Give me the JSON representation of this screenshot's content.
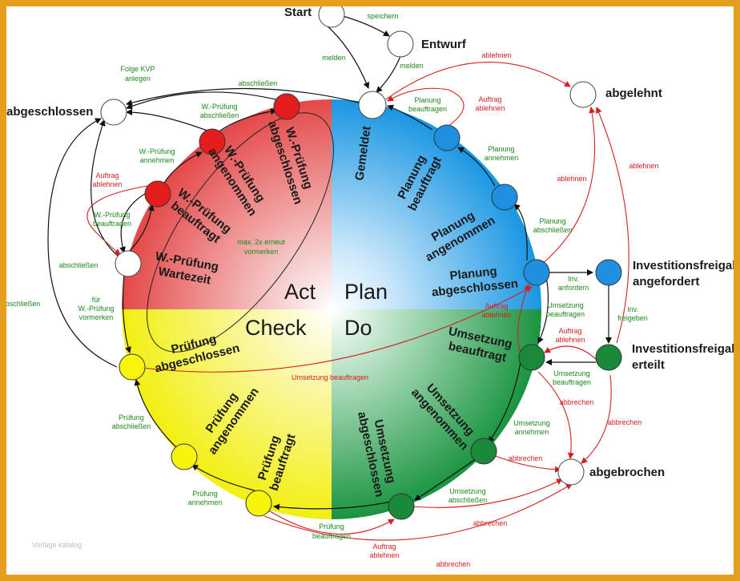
{
  "quadrants": {
    "act": "Act",
    "plan": "Plan",
    "check": "Check",
    "do": "Do"
  },
  "outside_states": {
    "start": "Start",
    "entwurf": "Entwurf",
    "abgelehnt": "abgelehnt",
    "abgeschlossen": "abgeschlossen",
    "inv_angefordert_1": "Investitionsfreigabe",
    "inv_angefordert_2": "angefordert",
    "inv_erteilt_1": "Investitionsfreigabe",
    "inv_erteilt_2": "erteilt",
    "abgebrochen": "abgebrochen"
  },
  "wheel_states": {
    "gemeldet": "Gemeldet",
    "planung_beauftragt_1": "Planung",
    "planung_beauftragt_2": "beauftragt",
    "planung_angenommen_1": "Planung",
    "planung_angenommen_2": "angenommen",
    "planung_abgeschlossen_1": "Planung",
    "planung_abgeschlossen_2": "abgeschlossen",
    "umsetzung_beauftragt_1": "Umsetzung",
    "umsetzung_beauftragt_2": "beauftragt",
    "umsetzung_angenommen_1": "Umsetzung",
    "umsetzung_angenommen_2": "angenommen",
    "umsetzung_abgeschlossen_1": "Umsetzung",
    "umsetzung_abgeschlossen_2": "abgeschlossen",
    "pruefung_beauftragt_1": "Prüfung",
    "pruefung_beauftragt_2": "beauftragt",
    "pruefung_angenommen_1": "Prüfung",
    "pruefung_angenommen_2": "angenommen",
    "pruefung_abgeschlossen_1": "Prüfung",
    "pruefung_abgeschlossen_2": "abgeschlossen",
    "wp_wartezeit_1": "W.-Prüfung",
    "wp_wartezeit_2": "Wartezeit",
    "wp_beauftragt_1": "W.-Prüfung",
    "wp_beauftragt_2": "beauftragt",
    "wp_angenommen_1": "W.-Prüfung",
    "wp_angenommen_2": "angenommen",
    "wp_abgeschlossen_1": "W.-Prüfung",
    "wp_abgeschlossen_2": "abgeschlossen"
  },
  "transitions": {
    "speichern": "speichern",
    "melden_1": "melden",
    "melden_2": "melden",
    "ablehnen_top": "ablehnen",
    "planung_beauftragen_1": "Planung",
    "planung_beauftragen_2": "beauftragen",
    "auftrag_ablehnen_top_1": "Auftrag",
    "auftrag_ablehnen_top_2": "ablehnen",
    "planung_annehmen_1": "Planung",
    "planung_annehmen_2": "annehmen",
    "planung_abschliessen_1": "Planung",
    "planung_abschliessen_2": "abschließen",
    "ablehnen_mid": "ablehnen",
    "ablehnen_right": "ablehnen",
    "inv_anfordern_1": "Inv.",
    "inv_anfordern_2": "anfordern",
    "inv_freigeben_1": "Inv.",
    "inv_freigeben_2": "freigeben",
    "auftrag_ablehnen_plan_1": "Auftrag",
    "auftrag_ablehnen_plan_2": "ablehnen",
    "umsetzung_beauftragen_top_1": "Umsetzung",
    "umsetzung_beauftragen_top_2": "beauftragen",
    "auftrag_ablehnen_ums_1": "Auftrag",
    "auftrag_ablehnen_ums_2": "ablehnen",
    "umsetzung_beauftragen_inv_1": "Umsetzung",
    "umsetzung_beauftragen_inv_2": "beauftragen",
    "abbrechen_1": "abbrechen",
    "abbrechen_2": "abbrechen",
    "umsetzung_annehmen_1": "Umsetzung",
    "umsetzung_annehmen_2": "annehmen",
    "abbrechen_3": "abbrechen",
    "umsetzung_abschliessen_1": "Umsetzung",
    "umsetzung_abschliessen_2": "abschließen",
    "abbrechen_4": "abbrechen",
    "abbrechen_5": "abbrechen",
    "pruefung_beauftragen_1": "Prüfung",
    "pruefung_beauftragen_2": "beauftragen",
    "auftrag_ablehnen_bottom_1": "Auftrag",
    "auftrag_ablehnen_bottom_2": "ablehnen",
    "pruefung_annehmen_1": "Prüfung",
    "pruefung_annehmen_2": "annehmen",
    "pruefung_abschliessen_1": "Prüfung",
    "pruefung_abschliessen_2": "abschließen",
    "umsetzung_beauftragen_wide": "Umsetzung beauftragen",
    "fuer_wp_1": "für",
    "fuer_wp_2": "W.-Prüfung",
    "fuer_wp_3": "vormerken",
    "abschliessen_left": "abschließen",
    "abschliessen_far_left": "abschließen",
    "wp_beauftragen_1": "W.-Prüfung",
    "wp_beauftragen_2": "beauftragen",
    "auftrag_ablehnen_wp_1": "Auftrag",
    "auftrag_ablehnen_wp_2": "ablehnen",
    "wp_annehmen_1": "W.-Prüfung",
    "wp_annehmen_2": "annehmen",
    "wp_abschliessen_1": "W.-Prüfung",
    "wp_abschliessen_2": "abschließen",
    "abschliessen_top": "abschließen",
    "folge_kvp_1": "Folge KVP",
    "folge_kvp_2": "anlegen",
    "max_erneut_1": "max. 2x erneut",
    "max_erneut_2": "vormerken"
  },
  "watermark": "Vorlage katalog",
  "colors": {
    "frame": "#e4a01a",
    "act_red": "#e85050",
    "plan_blue": "#2a9be6",
    "check_yellow": "#f4f21a",
    "do_green": "#1f9a45",
    "label_green": "#1a8a1a",
    "label_red": "#d42020"
  }
}
